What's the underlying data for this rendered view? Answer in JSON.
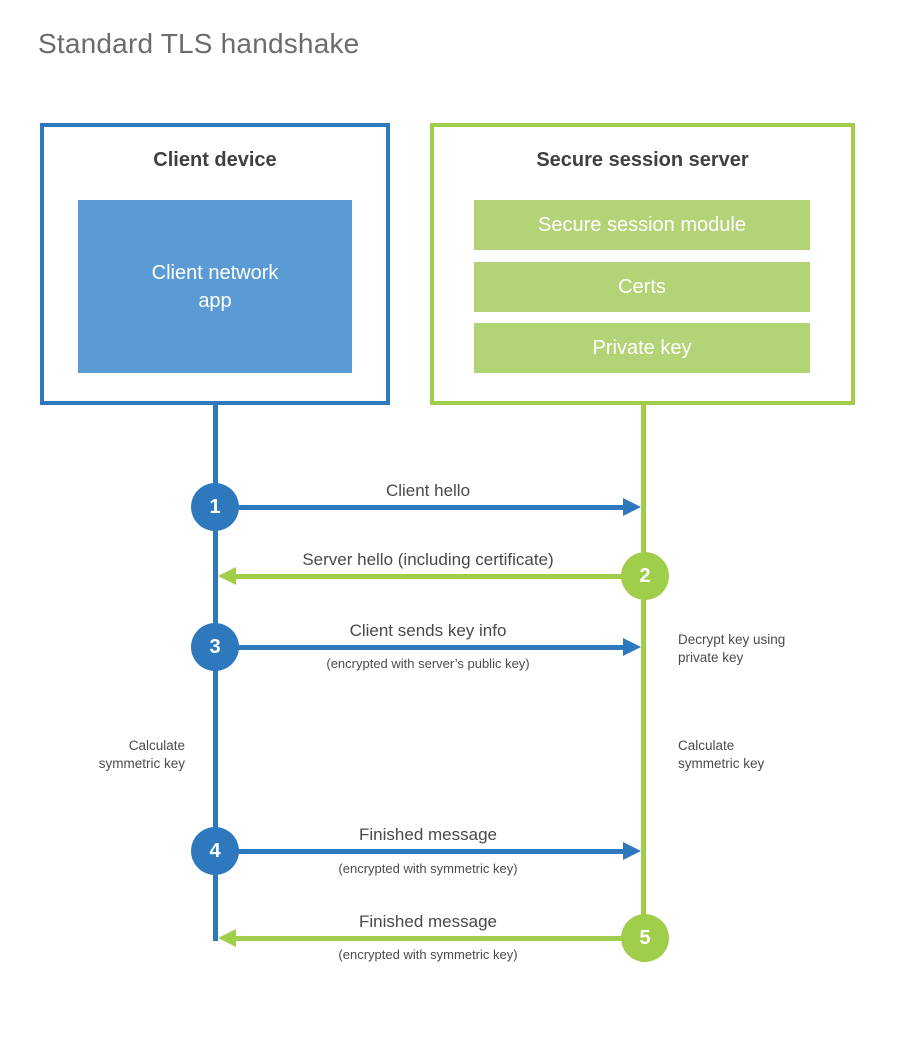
{
  "title": "Standard TLS handshake",
  "colors": {
    "blue_primary": "#2E79BE",
    "blue_light": "#5B9BD5",
    "green_primary": "#A1CE4A",
    "green_light": "#B3D377",
    "title_gray": "#6B6C6E",
    "text_dark": "#3F4042",
    "text_body": "#48494B"
  },
  "client_box": {
    "title": "Client device",
    "app_label": "Client network\napp"
  },
  "server_box": {
    "title": "Secure session server",
    "modules": [
      "Secure session module",
      "Certs",
      "Private key"
    ]
  },
  "steps": [
    {
      "number": "1",
      "label": "Client hello",
      "sublabel": "",
      "from": "client",
      "to": "server"
    },
    {
      "number": "2",
      "label": "Server hello (including certificate)",
      "sublabel": "",
      "from": "server",
      "to": "client"
    },
    {
      "number": "3",
      "label": "Client sends key info",
      "sublabel": "(encrypted with server’s public key)",
      "from": "client",
      "to": "server"
    },
    {
      "number": "4",
      "label": "Finished message",
      "sublabel": "(encrypted with symmetric key)",
      "from": "client",
      "to": "server"
    },
    {
      "number": "5",
      "label": "Finished message",
      "sublabel": "(encrypted with symmetric key)",
      "from": "server",
      "to": "client"
    }
  ],
  "notes": {
    "decrypt_key": "Decrypt key using\nprivate key",
    "calculate_left": "Calculate\nsymmetric key",
    "calculate_right": "Calculate\nsymmetric key"
  }
}
